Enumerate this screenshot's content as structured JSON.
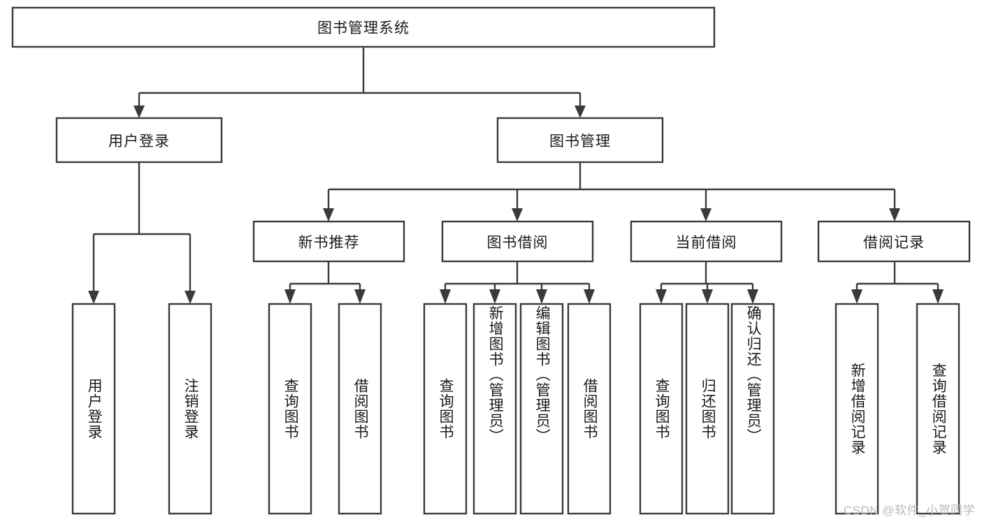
{
  "diagram": {
    "title": "图书管理系统",
    "type": "tree",
    "orientation": "top-down",
    "stroke_color": "#3a3a3a",
    "box_fill": "#ffffff",
    "text_color": "#1a1a1a",
    "background": "#ffffff"
  },
  "root": {
    "label": "图书管理系统"
  },
  "level2": {
    "user_login": {
      "label": "用户登录"
    },
    "book_manage": {
      "label": "图书管理"
    }
  },
  "level3": {
    "new_book_recommend": {
      "label": "新书推荐"
    },
    "book_borrow": {
      "label": "图书借阅"
    },
    "current_borrow": {
      "label": "当前借阅"
    },
    "borrow_record": {
      "label": "借阅记录"
    }
  },
  "leaves": {
    "user_login": [
      {
        "label": "用户登录"
      },
      {
        "label": "注销登录"
      }
    ],
    "new_book_recommend": [
      {
        "label": "查询图书"
      },
      {
        "label": "借阅图书"
      }
    ],
    "book_borrow": [
      {
        "label": "查询图书"
      },
      {
        "label": "新增图书（管理员）"
      },
      {
        "label": "编辑图书（管理员）"
      },
      {
        "label": "借阅图书"
      }
    ],
    "current_borrow": [
      {
        "label": "查询图书"
      },
      {
        "label": "归还图书"
      },
      {
        "label": "确认归还（管理员）"
      }
    ],
    "borrow_record": [
      {
        "label": "新增借阅记录"
      },
      {
        "label": "查询借阅记录"
      }
    ]
  },
  "watermark": {
    "text": "CSDN @软件_小贺同学"
  }
}
